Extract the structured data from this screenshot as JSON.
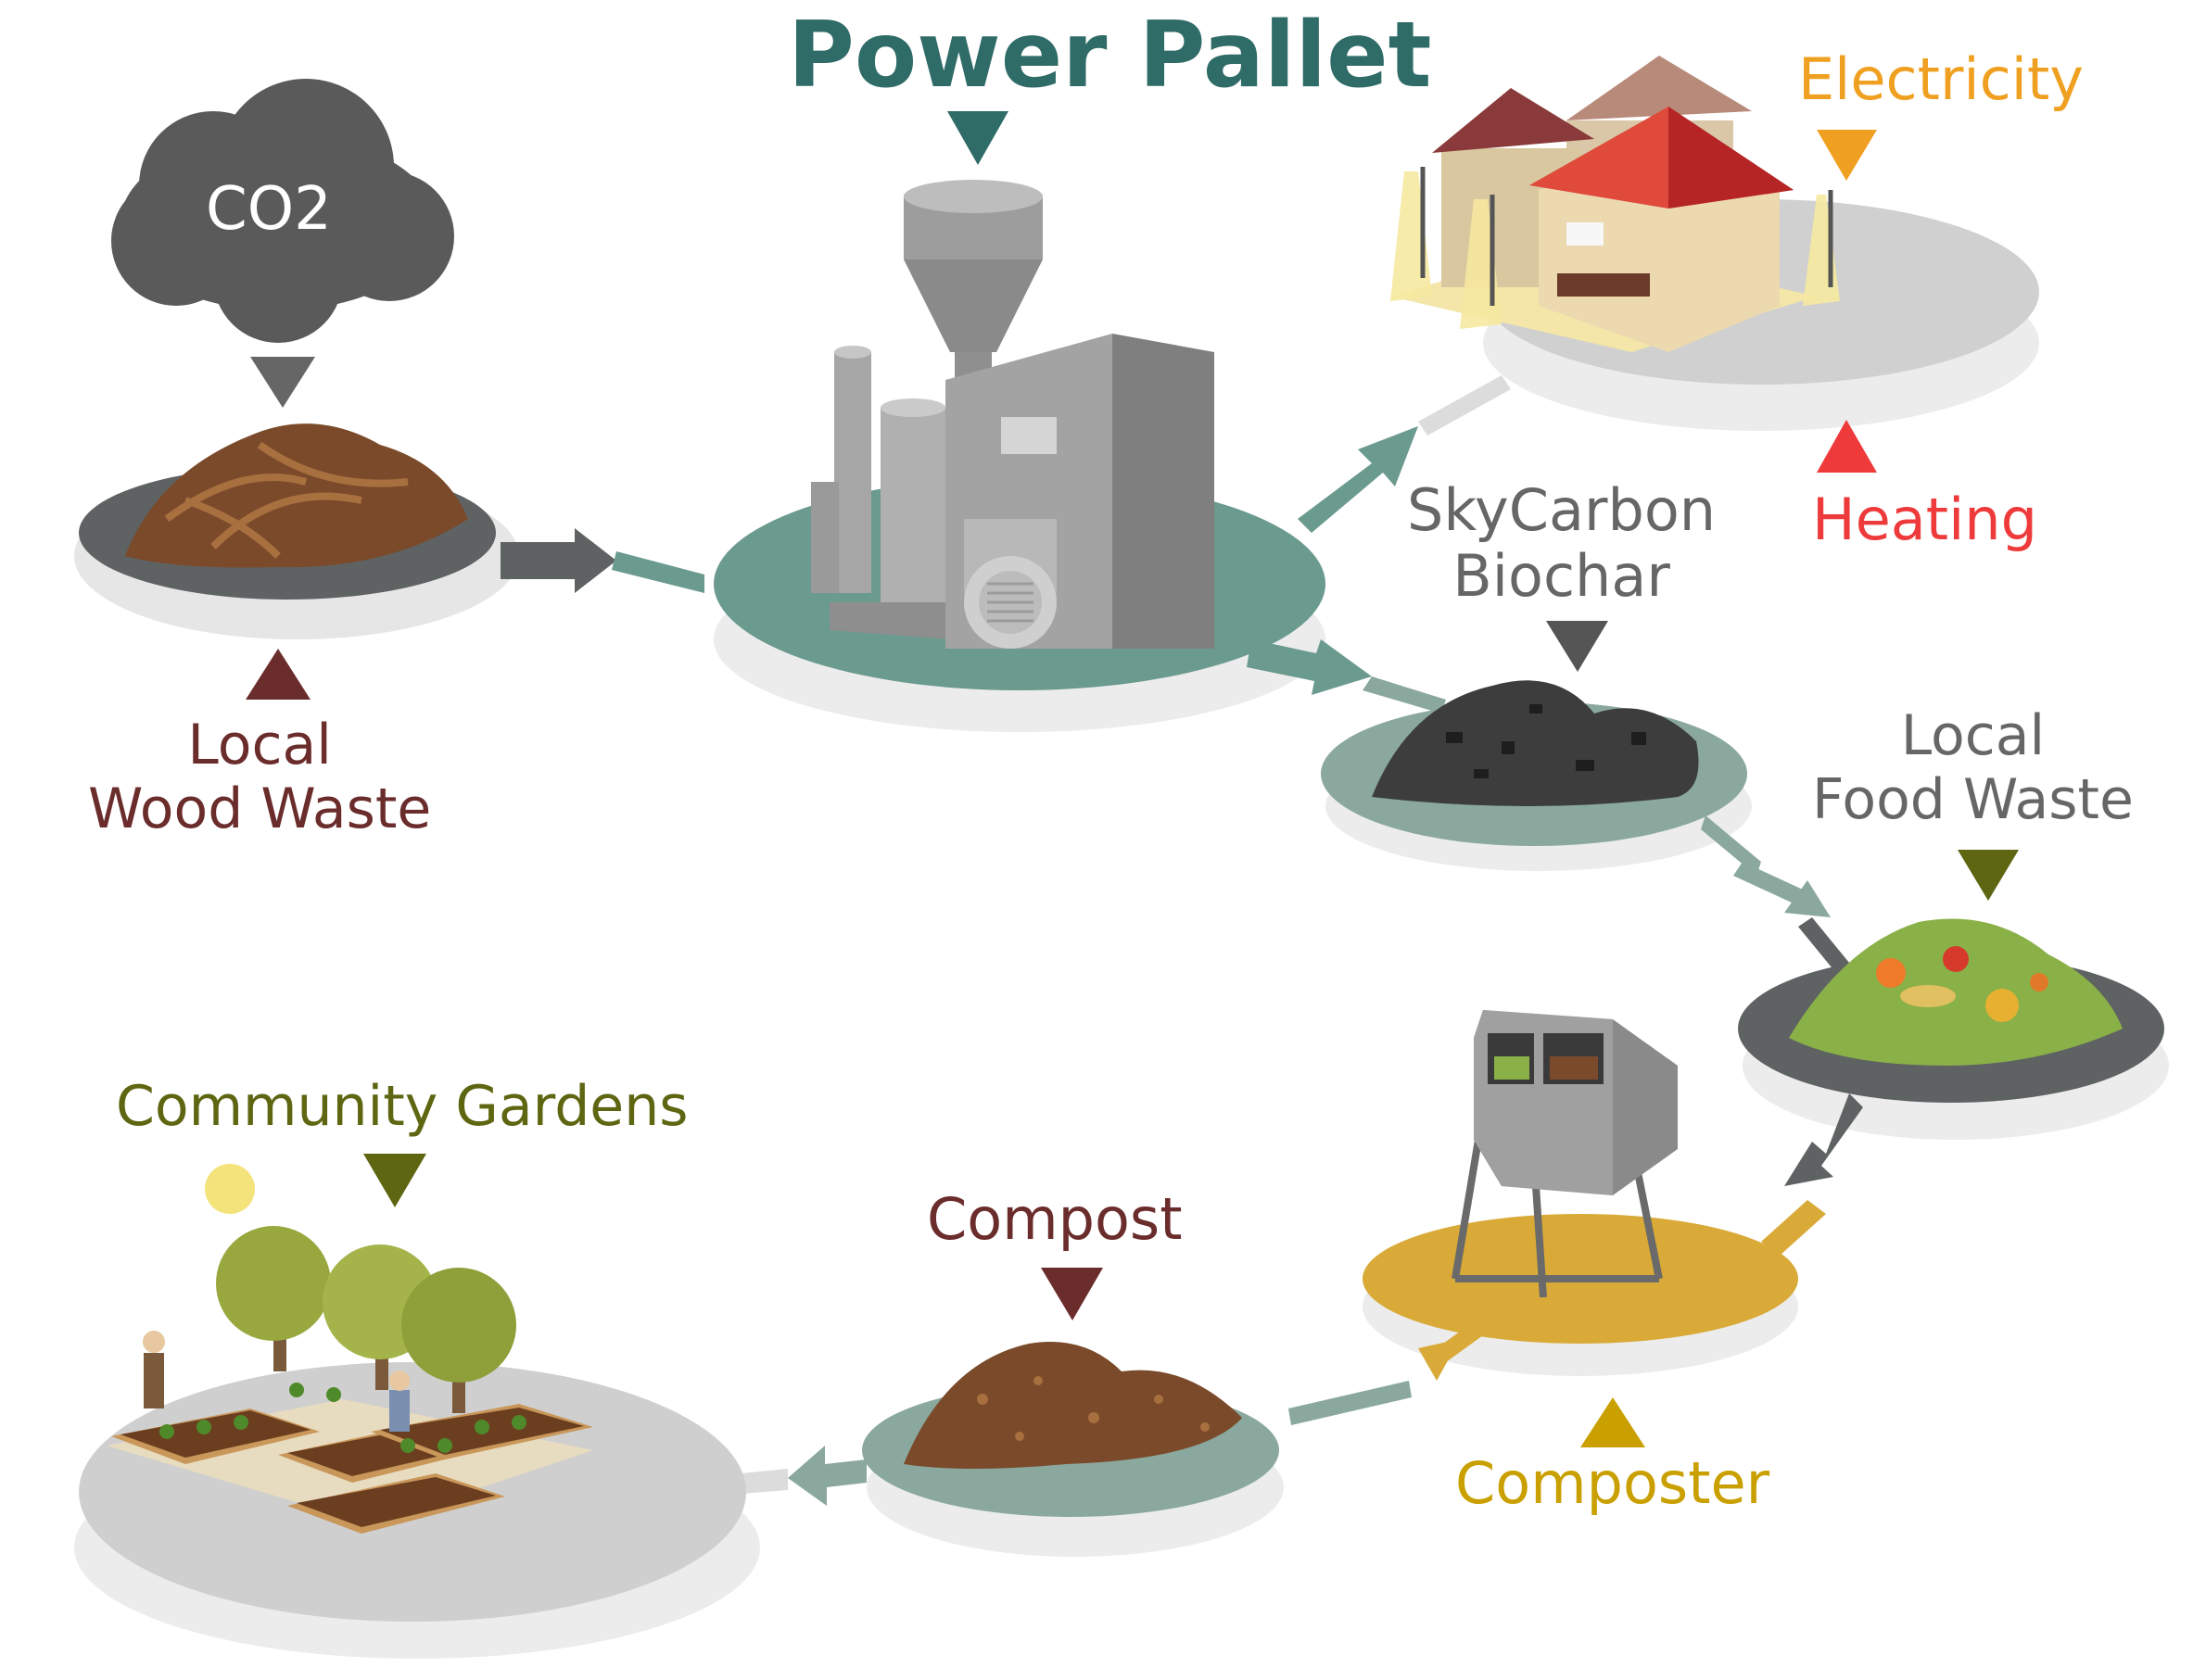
{
  "title": "Power Pallet",
  "nodes": {
    "co2": {
      "label": "CO2"
    },
    "wood": {
      "line1": "Local",
      "line2": "Wood Waste"
    },
    "electricity": {
      "label": "Electricity"
    },
    "heating": {
      "label": "Heating"
    },
    "biochar": {
      "line1": "SkyCarbon",
      "line2": "Biochar"
    },
    "food": {
      "line1": "Local",
      "line2": "Food Waste"
    },
    "composter": {
      "label": "Composter"
    },
    "compost": {
      "label": "Compost"
    },
    "gardens": {
      "label": "Community Gardens"
    }
  },
  "colors": {
    "title": "#2f6b67",
    "wood": "#6b2c2c",
    "electricity": "#f0a020",
    "heating": "#ee3a3a",
    "biochar": "#666666",
    "food": "#5e6612",
    "composter": "#c9a000",
    "compost": "#6b2c2c",
    "gardens": "#5e6612",
    "teal": "#6b9a8e",
    "gray": "#5f6263"
  }
}
